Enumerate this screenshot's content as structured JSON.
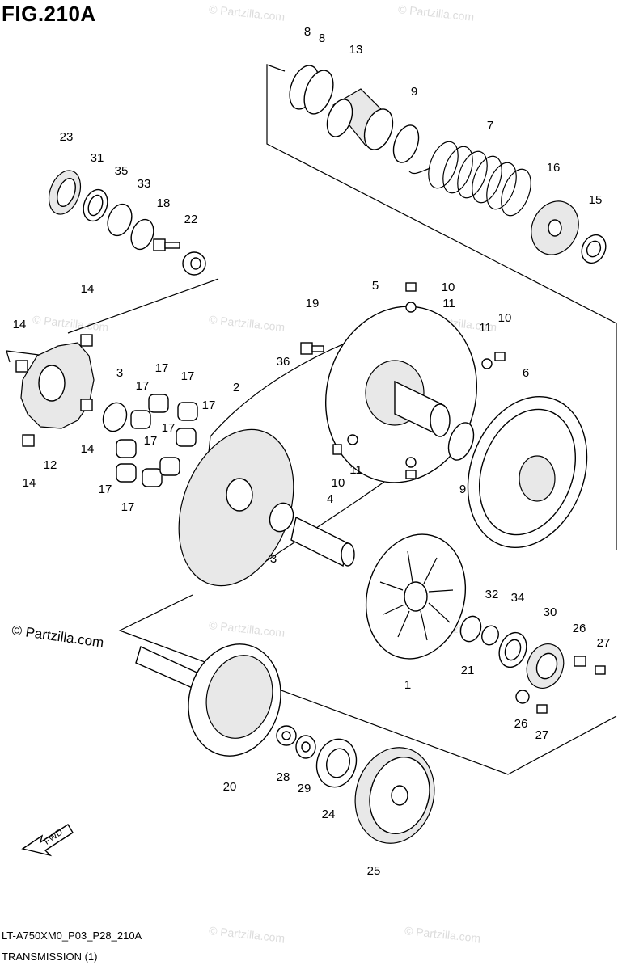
{
  "figure": {
    "title": "FIG.210A",
    "code": "LT-A750XM0_P03_P28_210A",
    "section": "TRANSMISSION (1)",
    "watermark": "© Partzilla.com",
    "fwd_label": "FWD"
  },
  "callouts": [
    "8",
    "8",
    "13",
    "9",
    "7",
    "16",
    "15",
    "23",
    "31",
    "35",
    "33",
    "18",
    "22",
    "14",
    "14",
    "14",
    "14",
    "19",
    "5",
    "10",
    "11",
    "11",
    "10",
    "6",
    "3",
    "17",
    "17",
    "17",
    "17",
    "17",
    "17",
    "17",
    "17",
    "2",
    "36",
    "12",
    "11",
    "10",
    "9",
    "4",
    "3",
    "32",
    "34",
    "30",
    "26",
    "27",
    "21",
    "1",
    "26",
    "27",
    "20",
    "28",
    "29",
    "24",
    "25"
  ]
}
